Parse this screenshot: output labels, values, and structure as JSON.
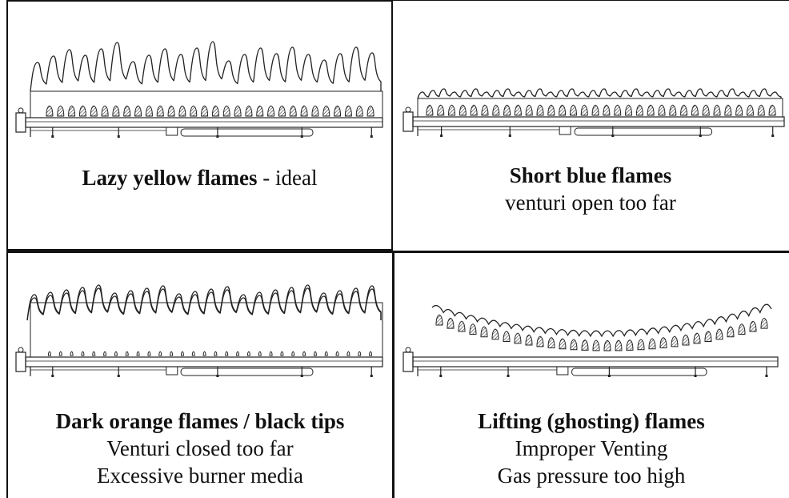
{
  "panels": [
    {
      "title": "Lazy yellow flames",
      "title_suffix": " - ideal",
      "lines": []
    },
    {
      "title": "Short blue flames",
      "title_suffix": "",
      "lines": [
        "venturi open too far"
      ]
    },
    {
      "title": "Dark orange flames / black tips",
      "title_suffix": "",
      "lines": [
        "Venturi closed too far",
        "Excessive burner media"
      ]
    },
    {
      "title": "Lifting  (ghosting) flames",
      "title_suffix": "",
      "lines": [
        "Improper Venting",
        "Gas pressure too high"
      ]
    }
  ],
  "colors": {
    "ink": "#222222",
    "border": "#111111",
    "background": "#ffffff"
  }
}
